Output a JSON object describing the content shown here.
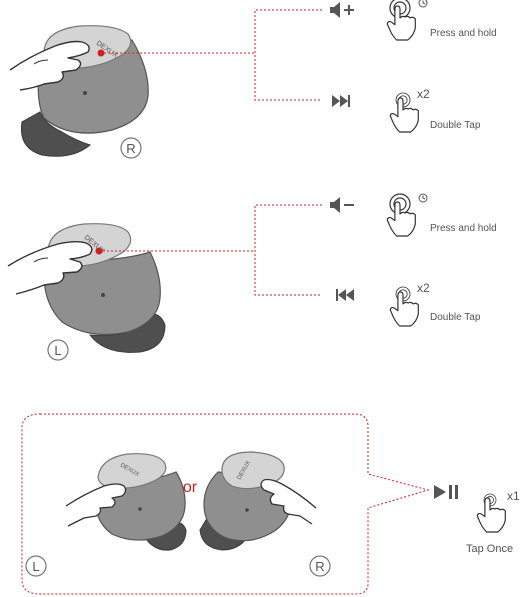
{
  "right_earbud": {
    "brand": "DEXUX",
    "side_badge": "R",
    "functions": [
      {
        "icon": "volume-up-icon",
        "gesture": "press-and-hold-icon",
        "modifier": "clock-icon",
        "label": "Press and hold"
      },
      {
        "icon": "next-track-icon",
        "gesture": "double-tap-icon",
        "modifier": "x2",
        "label": "Double Tap"
      }
    ]
  },
  "left_earbud": {
    "brand": "DEXUX",
    "side_badge": "L",
    "functions": [
      {
        "icon": "volume-down-icon",
        "gesture": "press-and-hold-icon",
        "modifier": "clock-icon",
        "label": "Press and hold"
      },
      {
        "icon": "previous-track-icon",
        "gesture": "double-tap-icon",
        "modifier": "x2",
        "label": "Double Tap"
      }
    ]
  },
  "play_pause": {
    "connector": "or",
    "left_badge": "L",
    "right_badge": "R",
    "icon": "play-pause-icon",
    "gesture": "single-tap-icon",
    "modifier": "x1",
    "label": "Tap Once"
  },
  "colors": {
    "accent": "#cc2222",
    "earbud_top": "#d2d2d2",
    "earbud_body": "#8f8f8f",
    "tip": "#555555",
    "stroke": "#444444"
  }
}
